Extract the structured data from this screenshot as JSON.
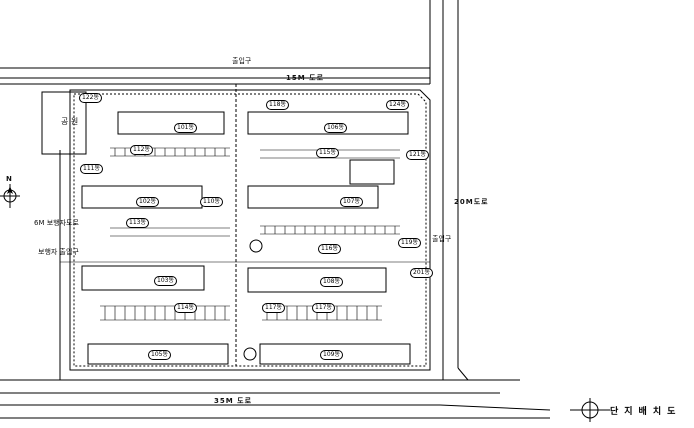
{
  "map": {
    "title": "단지배치도",
    "north_label": "N",
    "roads": {
      "top": "15M 도로",
      "bottom": "35M 도로",
      "right": "20M도로"
    },
    "entrances": {
      "top": "출입구",
      "right": "출입구",
      "left": "보행자 출입구"
    },
    "park": "공 원",
    "side_road": "6M 보행자도로",
    "buildings": [
      "122동",
      "101동",
      "112동",
      "111동",
      "102동",
      "110동",
      "113동",
      "118동",
      "124동",
      "106동",
      "115동",
      "121동",
      "107동",
      "116동",
      "119동",
      "201동",
      "103동",
      "108동",
      "114동",
      "117동",
      "117동",
      "105동",
      "109동"
    ]
  }
}
